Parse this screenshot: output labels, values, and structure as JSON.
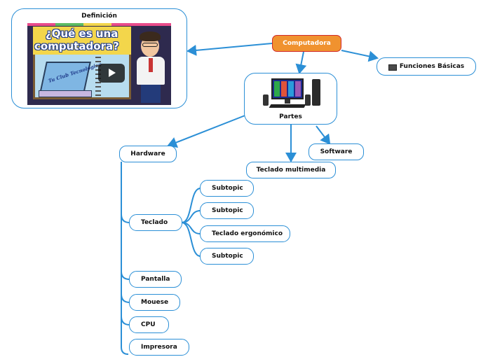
{
  "central": {
    "label": "Computadora"
  },
  "definicion": {
    "title": "Definición",
    "thumbnail_text_line1": "¿Qué es una",
    "thumbnail_text_line2": "computadora?",
    "thumbnail_laptop_text": "Tu Club Tecnológico"
  },
  "funciones": {
    "label": "Funciones Básicas",
    "icon": "monitor-icon"
  },
  "partes": {
    "label": "Partes",
    "image": "desktop-computer"
  },
  "hardware": {
    "label": "Hardware"
  },
  "software": {
    "label": "Software"
  },
  "teclado_multimedia": {
    "label": "Teclado multimedia"
  },
  "teclado": {
    "label": "Teclado"
  },
  "subtopics": [
    {
      "label": "Subtopic"
    },
    {
      "label": "Subtopic"
    },
    {
      "label": "Teclado ergonómico"
    },
    {
      "label": "Subtopic"
    }
  ],
  "hardware_items": [
    {
      "label": "Pantalla"
    },
    {
      "label": "Mouese"
    },
    {
      "label": "CPU"
    },
    {
      "label": "Impresora"
    }
  ],
  "colors": {
    "connector": "#2b8fd6",
    "central_fill": "#f0922f",
    "central_border": "#d12a2a",
    "node_border": "#2b8fd6"
  }
}
